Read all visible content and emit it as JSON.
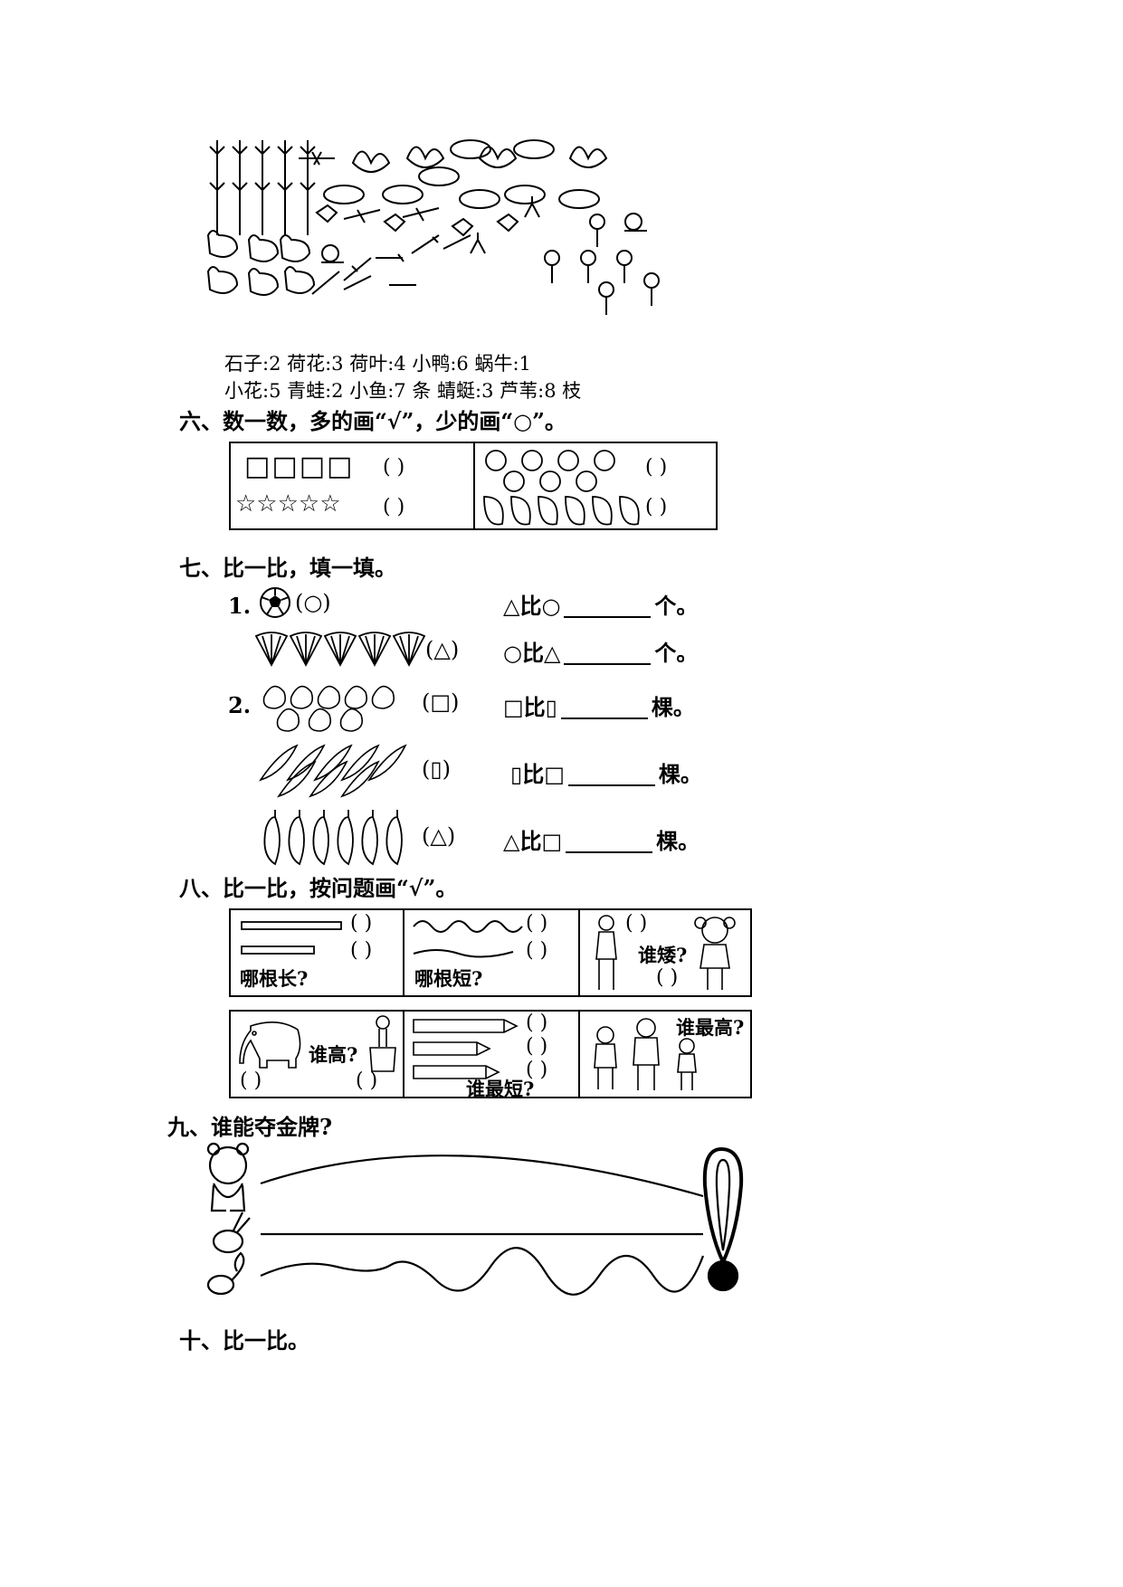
{
  "scene_counts": {
    "line1": "石子:2   荷花:3   荷叶:4   小鸭:6   蜗牛:1",
    "line2": "小花:5   青蛙:2   小鱼:7 条   蜻蜓:3   芦苇:8 枝"
  },
  "section6": {
    "title": "六、数一数，多的画“√”，少的画“○”。",
    "squares": "□□□□",
    "stars": "☆☆☆☆☆",
    "paren": "(        )"
  },
  "section7": {
    "title": "七、比一比，填一填。",
    "q1_num": "1.",
    "q2_num": "2.",
    "ball_tag": "(○)",
    "fan_tag": "(△)",
    "veg_tag": "(□)",
    "cuke_tag": "(▯)",
    "eggplant_tag": "(△)",
    "r1_a": "△比○",
    "r1_unit": "个。",
    "r2_a": "○比△",
    "r2_unit": "个。",
    "r3_a": "□比▯",
    "r3_unit": "棵。",
    "r4_a": "▯比□",
    "r4_unit": "棵。",
    "r5_a": "△比□",
    "r5_unit": "棵。"
  },
  "section8": {
    "title": "八、比一比，按问题画“√”。",
    "paren": "(    )",
    "which_longer": "哪根长?",
    "which_shorter": "哪根短?",
    "who_shorter": "谁矮?",
    "who_taller": "谁高?",
    "who_shortest": "谁最短?",
    "who_tallest": "谁最高?"
  },
  "section9": {
    "title": "九、谁能夺金牌?"
  },
  "section10": {
    "title": "十、比一比。"
  }
}
